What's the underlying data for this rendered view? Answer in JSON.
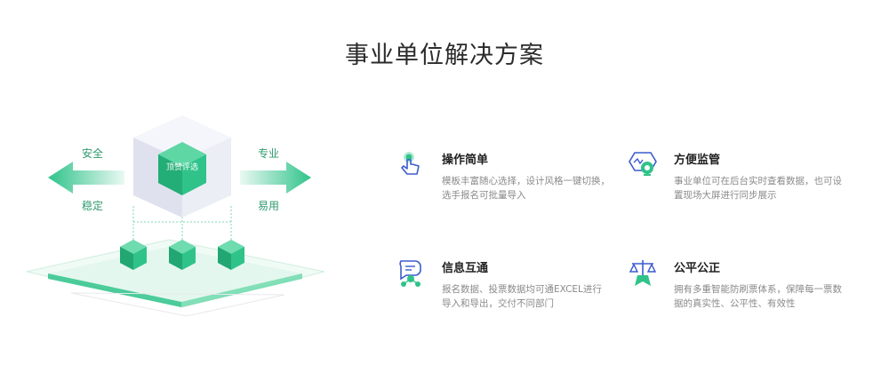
{
  "page_title": "事业单位解决方案",
  "illustration": {
    "cube_label": "顶赞评选",
    "left_top": "安全",
    "left_bottom": "稳定",
    "right_top": "专业",
    "right_bottom": "易用",
    "colors": {
      "accent": "#2fc38a",
      "accent_dark": "#1e9e6a",
      "platform": "#e9f8f1"
    }
  },
  "features": [
    {
      "icon": "hand-tap-icon",
      "title": "操作简单",
      "desc": "模板丰富随心选择，设计风格一键切换，选手报名可批量导入"
    },
    {
      "icon": "monitor-watch-icon",
      "title": "方便监管",
      "desc": "事业单位可在后台实时查看数据，也可设置现场大屏进行同步展示"
    },
    {
      "icon": "chat-share-icon",
      "title": "信息互通",
      "desc": "报名数据、投票数据均可通EXCEL进行导入和导出，交付不同部门"
    },
    {
      "icon": "scale-justice-icon",
      "title": "公平公正",
      "desc": "拥有多重智能防刷票体系，保障每一票数据的真实性、公平性、有效性"
    }
  ]
}
